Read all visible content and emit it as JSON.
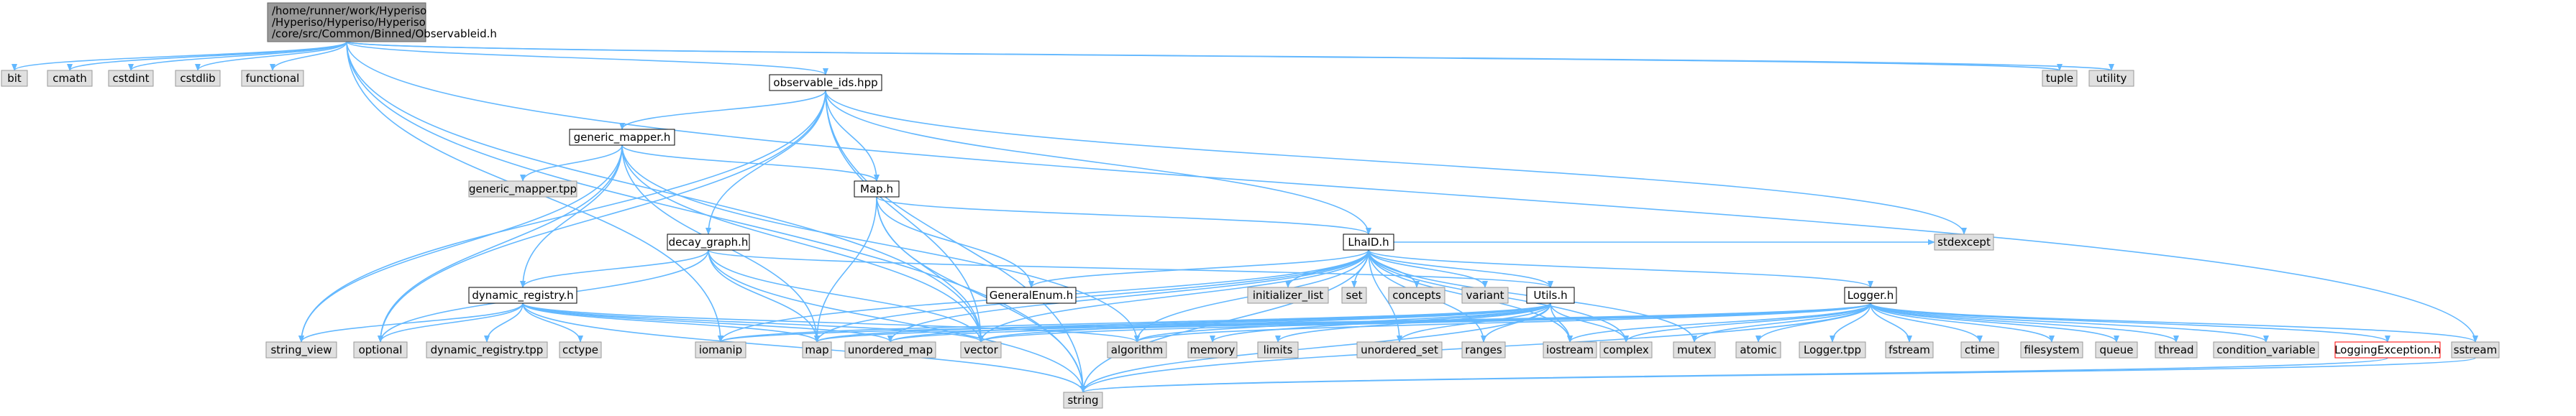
{
  "colors": {
    "edge": "#63b8ff",
    "root_fill": "#999999",
    "root_border": "#666666",
    "header_fill": "#ffffff",
    "header_border": "#000000",
    "system_fill": "#e0e0e0",
    "system_border": "#999999",
    "missing_border": "#ff0000"
  },
  "nodes": [
    {
      "id": "root",
      "kind": "root",
      "lines": [
        "/home/runner/work/Hyperiso",
        "/Hyperiso/Hyperiso/Hyperiso",
        "/core/src/Common/Binned/Observableid.h"
      ]
    },
    {
      "id": "bit",
      "kind": "system",
      "lines": [
        "bit"
      ]
    },
    {
      "id": "cmath",
      "kind": "system",
      "lines": [
        "cmath"
      ]
    },
    {
      "id": "cstdint",
      "kind": "system",
      "lines": [
        "cstdint"
      ]
    },
    {
      "id": "cstdlib",
      "kind": "system",
      "lines": [
        "cstdlib"
      ]
    },
    {
      "id": "functional",
      "kind": "system",
      "lines": [
        "functional"
      ]
    },
    {
      "id": "observable_ids",
      "kind": "header",
      "lines": [
        "observable_ids.hpp"
      ]
    },
    {
      "id": "tuple",
      "kind": "system",
      "lines": [
        "tuple"
      ]
    },
    {
      "id": "utility",
      "kind": "system",
      "lines": [
        "utility"
      ]
    },
    {
      "id": "generic_mapper",
      "kind": "header",
      "lines": [
        "generic_mapper.h"
      ]
    },
    {
      "id": "generic_mapper_tpp",
      "kind": "system",
      "lines": [
        "generic_mapper.tpp"
      ]
    },
    {
      "id": "map_h",
      "kind": "header",
      "lines": [
        "Map.h"
      ]
    },
    {
      "id": "decay_graph",
      "kind": "header",
      "lines": [
        "decay_graph.h"
      ]
    },
    {
      "id": "lhaid",
      "kind": "header",
      "lines": [
        "LhaID.h"
      ]
    },
    {
      "id": "general_enum",
      "kind": "header",
      "lines": [
        "GeneralEnum.h"
      ]
    },
    {
      "id": "dynamic_registry",
      "kind": "header",
      "lines": [
        "dynamic_registry.h"
      ]
    },
    {
      "id": "initializer_list",
      "kind": "system",
      "lines": [
        "initializer_list"
      ]
    },
    {
      "id": "set",
      "kind": "system",
      "lines": [
        "set"
      ]
    },
    {
      "id": "concepts",
      "kind": "system",
      "lines": [
        "concepts"
      ]
    },
    {
      "id": "variant",
      "kind": "system",
      "lines": [
        "variant"
      ]
    },
    {
      "id": "utils",
      "kind": "header",
      "lines": [
        "Utils.h"
      ]
    },
    {
      "id": "logger",
      "kind": "header",
      "lines": [
        "Logger.h"
      ]
    },
    {
      "id": "stdexcept",
      "kind": "system",
      "lines": [
        "stdexcept"
      ]
    },
    {
      "id": "string_view",
      "kind": "system",
      "lines": [
        "string_view"
      ]
    },
    {
      "id": "optional",
      "kind": "system",
      "lines": [
        "optional"
      ]
    },
    {
      "id": "dynamic_registry_tpp",
      "kind": "system",
      "lines": [
        "dynamic_registry.tpp"
      ]
    },
    {
      "id": "cctype",
      "kind": "system",
      "lines": [
        "cctype"
      ]
    },
    {
      "id": "iomanip",
      "kind": "system",
      "lines": [
        "iomanip"
      ]
    },
    {
      "id": "map",
      "kind": "system",
      "lines": [
        "map"
      ]
    },
    {
      "id": "unordered_map",
      "kind": "system",
      "lines": [
        "unordered_map"
      ]
    },
    {
      "id": "vector",
      "kind": "system",
      "lines": [
        "vector"
      ]
    },
    {
      "id": "algorithm",
      "kind": "system",
      "lines": [
        "algorithm"
      ]
    },
    {
      "id": "memory",
      "kind": "system",
      "lines": [
        "memory"
      ]
    },
    {
      "id": "limits",
      "kind": "system",
      "lines": [
        "limits"
      ]
    },
    {
      "id": "unordered_set",
      "kind": "system",
      "lines": [
        "unordered_set"
      ]
    },
    {
      "id": "ranges",
      "kind": "system",
      "lines": [
        "ranges"
      ]
    },
    {
      "id": "iostream",
      "kind": "system",
      "lines": [
        "iostream"
      ]
    },
    {
      "id": "complex",
      "kind": "system",
      "lines": [
        "complex"
      ]
    },
    {
      "id": "mutex",
      "kind": "system",
      "lines": [
        "mutex"
      ]
    },
    {
      "id": "atomic",
      "kind": "system",
      "lines": [
        "atomic"
      ]
    },
    {
      "id": "logger_tpp",
      "kind": "system",
      "lines": [
        "Logger.tpp"
      ]
    },
    {
      "id": "fstream",
      "kind": "system",
      "lines": [
        "fstream"
      ]
    },
    {
      "id": "ctime",
      "kind": "system",
      "lines": [
        "ctime"
      ]
    },
    {
      "id": "filesystem",
      "kind": "system",
      "lines": [
        "filesystem"
      ]
    },
    {
      "id": "queue",
      "kind": "system",
      "lines": [
        "queue"
      ]
    },
    {
      "id": "thread",
      "kind": "system",
      "lines": [
        "thread"
      ]
    },
    {
      "id": "condition_variable",
      "kind": "system",
      "lines": [
        "condition_variable"
      ]
    },
    {
      "id": "logging_exception",
      "kind": "missing",
      "lines": [
        "LoggingException.h"
      ]
    },
    {
      "id": "sstream",
      "kind": "system",
      "lines": [
        "sstream"
      ]
    },
    {
      "id": "string",
      "kind": "system",
      "lines": [
        "string"
      ]
    }
  ],
  "edges": [
    [
      "root",
      "bit"
    ],
    [
      "root",
      "cmath"
    ],
    [
      "root",
      "cstdint"
    ],
    [
      "root",
      "cstdlib"
    ],
    [
      "root",
      "functional"
    ],
    [
      "root",
      "observable_ids"
    ],
    [
      "root",
      "tuple"
    ],
    [
      "root",
      "utility"
    ],
    [
      "root",
      "vector"
    ],
    [
      "root",
      "string"
    ],
    [
      "root",
      "iomanip"
    ],
    [
      "root",
      "sstream"
    ],
    [
      "observable_ids",
      "generic_mapper"
    ],
    [
      "observable_ids",
      "map_h"
    ],
    [
      "observable_ids",
      "decay_graph"
    ],
    [
      "observable_ids",
      "lhaid"
    ],
    [
      "observable_ids",
      "vector"
    ],
    [
      "observable_ids",
      "string"
    ],
    [
      "observable_ids",
      "optional"
    ],
    [
      "observable_ids",
      "string_view"
    ],
    [
      "observable_ids",
      "stdexcept"
    ],
    [
      "generic_mapper",
      "generic_mapper_tpp"
    ],
    [
      "generic_mapper",
      "map_h"
    ],
    [
      "generic_mapper",
      "dynamic_registry"
    ],
    [
      "generic_mapper",
      "string_view"
    ],
    [
      "generic_mapper",
      "optional"
    ],
    [
      "generic_mapper",
      "map"
    ],
    [
      "generic_mapper",
      "vector"
    ],
    [
      "generic_mapper",
      "algorithm"
    ],
    [
      "map_h",
      "lhaid"
    ],
    [
      "map_h",
      "general_enum"
    ],
    [
      "map_h",
      "map"
    ],
    [
      "map_h",
      "vector"
    ],
    [
      "map_h",
      "string"
    ],
    [
      "decay_graph",
      "dynamic_registry"
    ],
    [
      "decay_graph",
      "optional"
    ],
    [
      "decay_graph",
      "vector"
    ],
    [
      "decay_graph",
      "string"
    ],
    [
      "decay_graph",
      "utils"
    ],
    [
      "decay_graph",
      "map"
    ],
    [
      "lhaid",
      "general_enum"
    ],
    [
      "lhaid",
      "initializer_list"
    ],
    [
      "lhaid",
      "set"
    ],
    [
      "lhaid",
      "concepts"
    ],
    [
      "lhaid",
      "variant"
    ],
    [
      "lhaid",
      "utils"
    ],
    [
      "lhaid",
      "logger"
    ],
    [
      "lhaid",
      "stdexcept"
    ],
    [
      "lhaid",
      "map"
    ],
    [
      "lhaid",
      "unordered_map"
    ],
    [
      "lhaid",
      "vector"
    ],
    [
      "lhaid",
      "algorithm"
    ],
    [
      "lhaid",
      "string"
    ],
    [
      "lhaid",
      "iostream"
    ],
    [
      "lhaid",
      "ranges"
    ],
    [
      "lhaid",
      "unordered_set"
    ],
    [
      "lhaid",
      "complex"
    ],
    [
      "lhaid",
      "iomanip"
    ],
    [
      "lhaid",
      "mutex"
    ],
    [
      "dynamic_registry",
      "string_view"
    ],
    [
      "dynamic_registry",
      "optional"
    ],
    [
      "dynamic_registry",
      "dynamic_registry_tpp"
    ],
    [
      "dynamic_registry",
      "cctype"
    ],
    [
      "dynamic_registry",
      "unordered_map"
    ],
    [
      "dynamic_registry",
      "vector"
    ],
    [
      "dynamic_registry",
      "string"
    ],
    [
      "dynamic_registry",
      "algorithm"
    ],
    [
      "dynamic_registry",
      "map"
    ],
    [
      "utils",
      "map"
    ],
    [
      "utils",
      "vector"
    ],
    [
      "utils",
      "algorithm"
    ],
    [
      "utils",
      "memory"
    ],
    [
      "utils",
      "limits"
    ],
    [
      "utils",
      "unordered_set"
    ],
    [
      "utils",
      "ranges"
    ],
    [
      "utils",
      "iostream"
    ],
    [
      "utils",
      "complex"
    ],
    [
      "utils",
      "string"
    ],
    [
      "utils",
      "iomanip"
    ],
    [
      "utils",
      "unordered_map"
    ],
    [
      "logger",
      "vector"
    ],
    [
      "logger",
      "map"
    ],
    [
      "logger",
      "mutex"
    ],
    [
      "logger",
      "atomic"
    ],
    [
      "logger",
      "logger_tpp"
    ],
    [
      "logger",
      "fstream"
    ],
    [
      "logger",
      "ctime"
    ],
    [
      "logger",
      "filesystem"
    ],
    [
      "logger",
      "queue"
    ],
    [
      "logger",
      "thread"
    ],
    [
      "logger",
      "condition_variable"
    ],
    [
      "logger",
      "logging_exception"
    ],
    [
      "logger",
      "sstream"
    ],
    [
      "logger",
      "string"
    ],
    [
      "logger",
      "iostream"
    ],
    [
      "logger",
      "complex"
    ],
    [
      "logger",
      "unordered_map"
    ],
    [
      "logger",
      "algorithm"
    ],
    [
      "logger",
      "iomanip"
    ],
    [
      "logging_exception",
      "string"
    ],
    [
      "sstream",
      "string"
    ]
  ]
}
